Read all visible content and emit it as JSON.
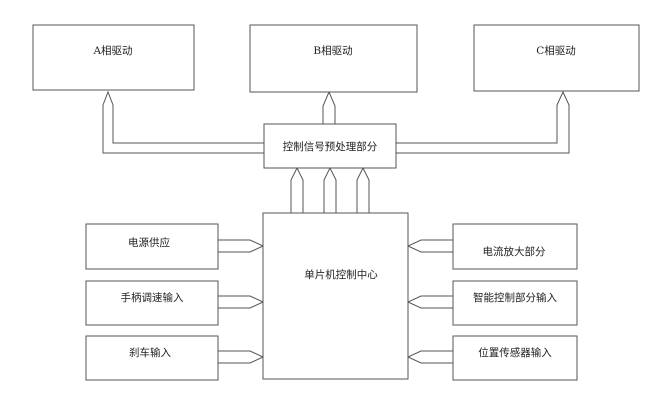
{
  "diagram": {
    "colors": {
      "stroke": "#555555",
      "fill": "#ffffff",
      "text": "#222222"
    },
    "drivers": [
      {
        "id": "A",
        "label": "A相驱动"
      },
      {
        "id": "B",
        "label": "B相驱动"
      },
      {
        "id": "C",
        "label": "C相驱动"
      }
    ],
    "signal_processor": {
      "label": "控制信号预处理部分"
    },
    "mcu": {
      "label": "单片机控制中心"
    },
    "left_inputs": [
      {
        "label": "电源供应"
      },
      {
        "label": "手柄调速输入"
      },
      {
        "label": "刹车输入"
      }
    ],
    "right_inputs": [
      {
        "label": "电流放大部分"
      },
      {
        "label": "智能控制部分输入"
      },
      {
        "label": "位置传感器输入"
      }
    ]
  }
}
